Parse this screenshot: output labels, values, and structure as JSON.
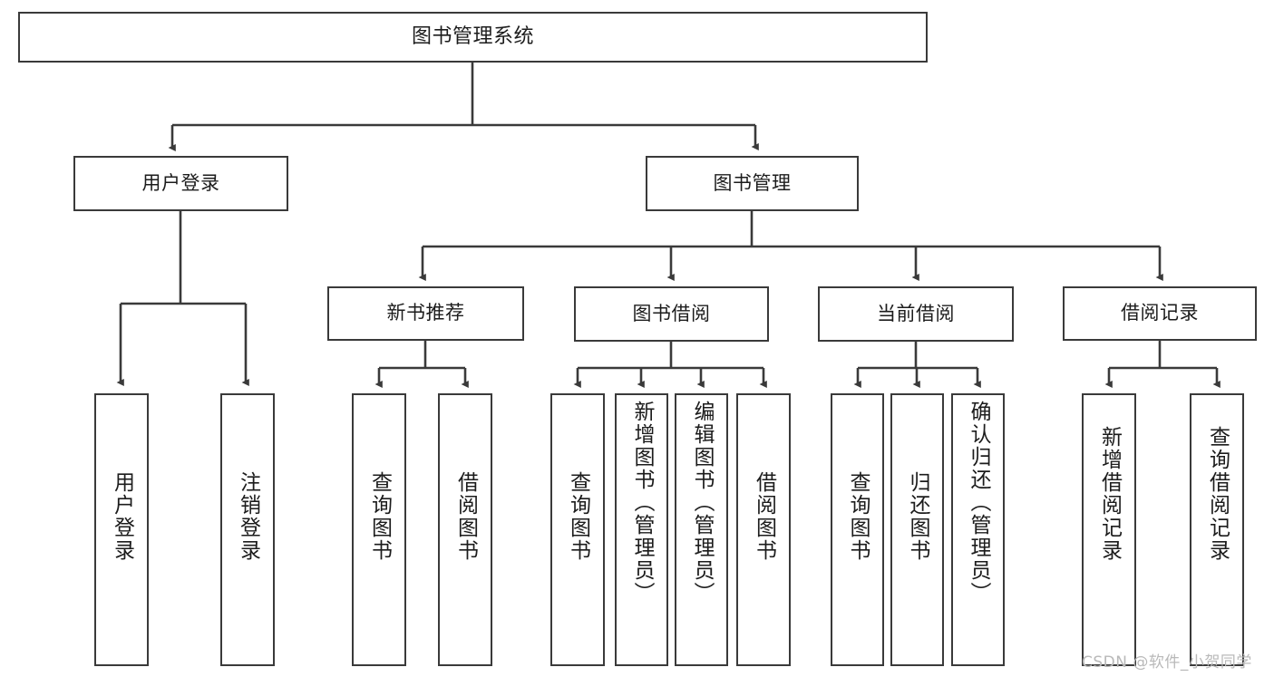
{
  "diagram": {
    "title": "图书管理系统",
    "type": "tree-hierarchy",
    "stroke_color": "#3a3a3a",
    "fill_color": "#ffffff",
    "text_color": "#1c1c1c"
  },
  "root": {
    "label": "图书管理系统"
  },
  "level2": [
    {
      "label": "用户登录"
    },
    {
      "label": "图书管理"
    }
  ],
  "level3": [
    {
      "label": "新书推荐"
    },
    {
      "label": "图书借阅"
    },
    {
      "label": "当前借阅"
    },
    {
      "label": "借阅记录"
    }
  ],
  "leaves": {
    "user_login": [
      {
        "label": "用户登录"
      },
      {
        "label": "注销登录"
      }
    ],
    "new_book_recommend": [
      {
        "label": "查询图书"
      },
      {
        "label": "借阅图书"
      }
    ],
    "book_borrow": [
      {
        "label": "查询图书"
      },
      {
        "label": "新增图书（管理员）"
      },
      {
        "label": "编辑图书（管理员）"
      },
      {
        "label": "借阅图书"
      }
    ],
    "current_borrow": [
      {
        "label": "查询图书"
      },
      {
        "label": "归还图书"
      },
      {
        "label": "确认归还（管理员）"
      }
    ],
    "borrow_record": [
      {
        "label": "新增借阅记录"
      },
      {
        "label": "查询借阅记录"
      }
    ]
  },
  "watermark": {
    "text": "CSDN @软件_小贺同学"
  }
}
